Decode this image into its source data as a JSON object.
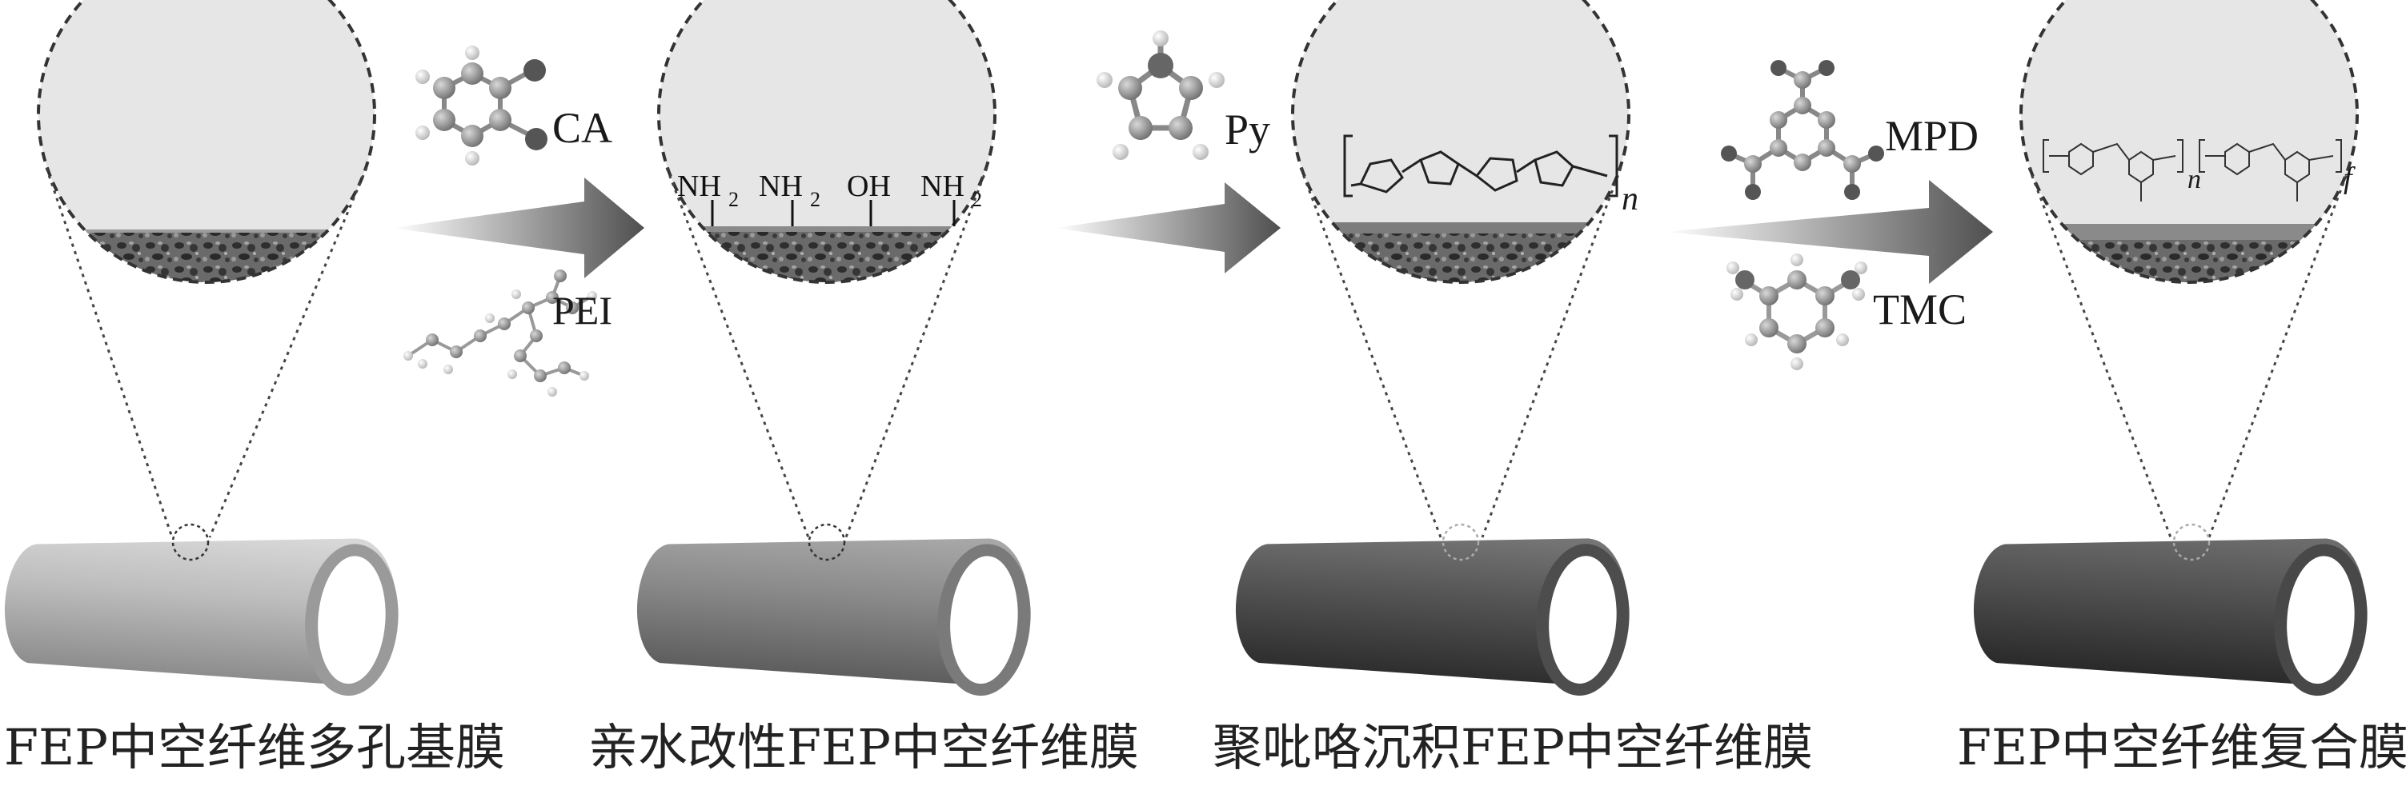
{
  "reagents": {
    "stage1_top": "CA",
    "stage1_bottom": "PEI",
    "stage2": "Py",
    "stage3_top": "MPD",
    "stage3_bottom": "TMC"
  },
  "surface_groups": [
    "NH",
    "2",
    "NH",
    "2",
    "OH",
    "NH",
    "2"
  ],
  "polymer_subscripts": {
    "polypyrrole": "n",
    "polyamide_n": "n",
    "polyamide_f": "f"
  },
  "captions": [
    "FEP中空纤维多孔基膜",
    "亲水改性FEP中空纤维膜",
    "聚吡咯沉积FEP中空纤维膜",
    "FEP中空纤维复合膜"
  ],
  "colors": {
    "surface_layer": "#e4e4e4",
    "porous_substrate": "#5a5a5a",
    "tube_light": "#b8b8b8",
    "tube_mid": "#8a8a8a",
    "tube_dark": "#4a4a4a",
    "arrow": "#555555"
  }
}
